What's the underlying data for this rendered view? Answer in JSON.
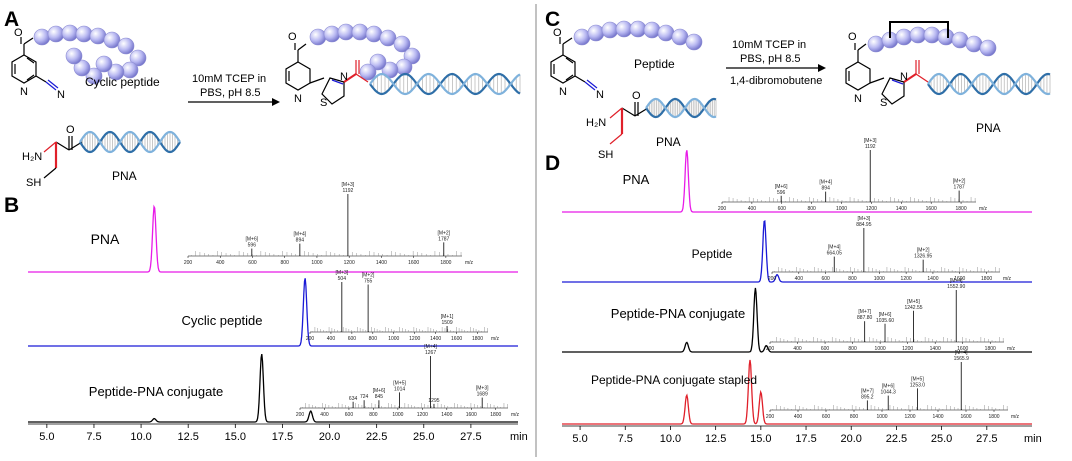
{
  "panels": {
    "A": {
      "label": "A",
      "cyclic_peptide_label": "Cyclic peptide",
      "pna_label": "PNA",
      "reagent_line1": "10mM TCEP in",
      "reagent_line2": "PBS, pH 8.5",
      "atoms": {
        "o": "O",
        "n": "N",
        "n2": "N",
        "h2n": "H₂N",
        "sh": "SH",
        "o2": "O",
        "n_thz": "N",
        "s_thz": "S",
        "o3": "O",
        "n3": "N"
      }
    },
    "B": {
      "label": "B"
    },
    "C": {
      "label": "C",
      "peptide_label": "Peptide",
      "pna_label": "PNA",
      "product_pna_label": "PNA",
      "reagent_line1": "10mM TCEP in",
      "reagent_line2": "PBS, pH 8.5",
      "reagent_line3": "1,4-dibromobutene",
      "atoms": {
        "o": "O",
        "n": "N",
        "n2": "N",
        "h2n": "H₂N",
        "sh": "SH",
        "o2": "O",
        "n_thz": "N",
        "s_thz": "S",
        "o3": "O",
        "n3": "N"
      }
    },
    "D": {
      "label": "D"
    }
  },
  "colors": {
    "pna": "#e81be8",
    "peptide": "#1a1ad6",
    "conjugate": "#000000",
    "stapled": "#e0202a",
    "red_atoms": "#e0202a",
    "blue_atoms": "#1a1ad6",
    "bead": "#b9b9f2"
  },
  "chart_data": [
    {
      "type": "line",
      "panel": "B",
      "xlabel": "min",
      "xlim": [
        4.0,
        30.0
      ],
      "xticks": [
        "5.0",
        "7.5",
        "10.0",
        "12.5",
        "15.0",
        "17.5",
        "20.0",
        "22.5",
        "25.0",
        "27.5"
      ],
      "series": [
        {
          "name": "PNA",
          "color": "#e81be8",
          "peaks": [
            {
              "rt": 10.7,
              "height": 1.0
            }
          ],
          "ms": {
            "xticks": [
              "200",
              "400",
              "600",
              "800",
              "1000",
              "1200",
              "1400",
              "1600",
              "1800"
            ],
            "xunit": "m/z",
            "xlim": [
              200,
              1900
            ],
            "peaks": [
              {
                "mz": 596,
                "rel": 0.12,
                "label": "[M+6]",
                "value": "596"
              },
              {
                "mz": 894,
                "rel": 0.2,
                "label": "[M+4]",
                "value": "894"
              },
              {
                "mz": 1192,
                "rel": 1.0,
                "label": "[M+3]",
                "value": "1192"
              },
              {
                "mz": 1787,
                "rel": 0.22,
                "label": "[M+2]",
                "value": "1787"
              }
            ]
          }
        },
        {
          "name": "Cyclic peptide",
          "color": "#1a1ad6",
          "peaks": [
            {
              "rt": 18.7,
              "height": 1.0
            }
          ],
          "ms": {
            "xticks": [
              "200",
              "400",
              "600",
              "800",
              "1000",
              "1200",
              "1400",
              "1600",
              "1800"
            ],
            "xunit": "m/z",
            "xlim": [
              200,
              1900
            ],
            "peaks": [
              {
                "mz": 504,
                "rel": 1.0,
                "label": "[M+3]",
                "value": "504"
              },
              {
                "mz": 755,
                "rel": 0.95,
                "label": "[M+2]",
                "value": "755"
              },
              {
                "mz": 1509,
                "rel": 0.12,
                "label": "[M+1]",
                "value": "1509"
              }
            ]
          }
        },
        {
          "name": "Peptide-PNA conjugate",
          "color": "#000000",
          "peaks": [
            {
              "rt": 10.7,
              "height": 0.05
            },
            {
              "rt": 16.4,
              "height": 1.0
            },
            {
              "rt": 19.0,
              "height": 0.16
            }
          ],
          "ms": {
            "xticks": [
              "200",
              "400",
              "600",
              "800",
              "1000",
              "1200",
              "1400",
              "1600",
              "1800"
            ],
            "xunit": "m/z",
            "xlim": [
              200,
              1900
            ],
            "peaks": [
              {
                "mz": 634,
                "rel": 0.12,
                "label": "",
                "value": "634"
              },
              {
                "mz": 724,
                "rel": 0.15,
                "label": "",
                "value": "724"
              },
              {
                "mz": 845,
                "rel": 0.15,
                "label": "[M+6]",
                "value": "845"
              },
              {
                "mz": 1014,
                "rel": 0.3,
                "label": "[M+5]",
                "value": "1014"
              },
              {
                "mz": 1267,
                "rel": 1.0,
                "label": "[M+4]",
                "value": "1267"
              },
              {
                "mz": 1295,
                "rel": 0.08,
                "label": "",
                "value": "1295"
              },
              {
                "mz": 1689,
                "rel": 0.2,
                "label": "[M+3]",
                "value": "1689"
              }
            ]
          }
        }
      ]
    },
    {
      "type": "line",
      "panel": "D",
      "xlabel": "min",
      "xlim": [
        4.0,
        30.0
      ],
      "xticks": [
        "5.0",
        "7.5",
        "10.0",
        "12.5",
        "15.0",
        "17.5",
        "20.0",
        "22.5",
        "25.0",
        "27.5"
      ],
      "series": [
        {
          "name": "PNA",
          "color": "#e81be8",
          "peaks": [
            {
              "rt": 10.9,
              "height": 1.0
            }
          ],
          "ms": {
            "xticks": [
              "200",
              "400",
              "600",
              "800",
              "1000",
              "1200",
              "1400",
              "1600",
              "1800"
            ],
            "xunit": "m/z",
            "xlim": [
              200,
              1900
            ],
            "peaks": [
              {
                "mz": 596,
                "rel": 0.12,
                "label": "[M+6]",
                "value": "596"
              },
              {
                "mz": 894,
                "rel": 0.2,
                "label": "[M+4]",
                "value": "894"
              },
              {
                "mz": 1192,
                "rel": 1.0,
                "label": "[M+3]",
                "value": "1192"
              },
              {
                "mz": 1787,
                "rel": 0.22,
                "label": "[M+2]",
                "value": "1787"
              }
            ]
          }
        },
        {
          "name": "Peptide",
          "color": "#1a1ad6",
          "peaks": [
            {
              "rt": 15.2,
              "height": 1.0
            },
            {
              "rt": 15.9,
              "height": 0.12
            }
          ],
          "ms": {
            "xticks": [
              "200",
              "400",
              "600",
              "800",
              "1000",
              "1200",
              "1400",
              "1600",
              "1800"
            ],
            "xunit": "m/z",
            "xlim": [
              200,
              1900
            ],
            "peaks": [
              {
                "mz": 664.05,
                "rel": 0.35,
                "label": "[M+4]",
                "value": "664.05"
              },
              {
                "mz": 884.95,
                "rel": 1.0,
                "label": "[M+3]",
                "value": "884.95"
              },
              {
                "mz": 1326.95,
                "rel": 0.28,
                "label": "[M+2]",
                "value": "1326.95"
              }
            ]
          }
        },
        {
          "name": "Peptide-PNA conjugate",
          "color": "#000000",
          "peaks": [
            {
              "rt": 10.9,
              "height": 0.15
            },
            {
              "rt": 14.7,
              "height": 1.0
            },
            {
              "rt": 15.3,
              "height": 0.1
            }
          ],
          "ms": {
            "xticks": [
              "200",
              "400",
              "600",
              "800",
              "1000",
              "1200",
              "1400",
              "1600",
              "1800"
            ],
            "xunit": "m/z",
            "xlim": [
              200,
              1900
            ],
            "peaks": [
              {
                "mz": 887.8,
                "rel": 0.4,
                "label": "[M+7]",
                "value": "887.80"
              },
              {
                "mz": 1035.6,
                "rel": 0.35,
                "label": "[M+6]",
                "value": "1035.60"
              },
              {
                "mz": 1242.55,
                "rel": 0.6,
                "label": "[M+5]",
                "value": "1242.55"
              },
              {
                "mz": 1552.9,
                "rel": 1.0,
                "label": "[M+4]",
                "value": "1552.90"
              }
            ]
          }
        },
        {
          "name": "Peptide-PNA conjugate stapled",
          "color": "#e0202a",
          "peaks": [
            {
              "rt": 10.9,
              "height": 0.45
            },
            {
              "rt": 14.4,
              "height": 1.0
            },
            {
              "rt": 15.0,
              "height": 0.5
            }
          ],
          "ms": {
            "xticks": [
              "200",
              "400",
              "600",
              "800",
              "1000",
              "1200",
              "1400",
              "1600",
              "1800"
            ],
            "xunit": "m/z",
            "xlim": [
              200,
              1900
            ],
            "peaks": [
              {
                "mz": 895.2,
                "rel": 0.2,
                "label": "[M+7]",
                "value": "895.2"
              },
              {
                "mz": 1044.3,
                "rel": 0.3,
                "label": "[M+6]",
                "value": "1044.3"
              },
              {
                "mz": 1253.0,
                "rel": 0.45,
                "label": "[M+5]",
                "value": "1253.0"
              },
              {
                "mz": 1565.9,
                "rel": 1.0,
                "label": "[M+4]",
                "value": "1565.9"
              }
            ]
          }
        }
      ]
    }
  ]
}
